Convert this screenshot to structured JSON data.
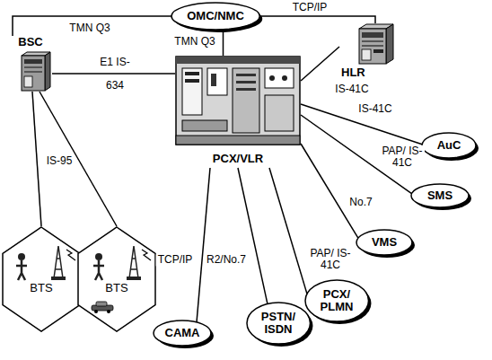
{
  "diagram": {
    "nodes": [
      {
        "text": [
          "OMC/NMC"
        ]
      },
      {
        "text": [
          "HLR"
        ]
      },
      {
        "text": [
          "BSC"
        ]
      },
      {
        "text": [
          "PCX/VLR"
        ]
      },
      {
        "text": [
          "AuC"
        ]
      },
      {
        "text": [
          "SMS"
        ]
      },
      {
        "text": [
          "VMS"
        ]
      },
      {
        "text": [
          "PCX/ PLMN"
        ]
      },
      {
        "text": [
          "PSTN/ ISDN"
        ]
      },
      {
        "text": [
          "CAMA"
        ]
      },
      {
        "text": [
          "BTS"
        ]
      },
      {
        "text": [
          "BTS"
        ]
      }
    ],
    "edges": [
      {
        "from": 0,
        "to": 2,
        "arrow": "none",
        "label": "TMN Q3"
      },
      {
        "from": 0,
        "to": 3,
        "arrow": "none",
        "label": "TMN Q3"
      },
      {
        "from": 0,
        "to": 1,
        "arrow": "none",
        "label": "TCP/IP"
      },
      {
        "from": 2,
        "to": 3,
        "arrow": "none",
        "label": "E1 IS-634"
      },
      {
        "from": 1,
        "to": 3,
        "arrow": "none",
        "label": "IS-41C"
      },
      {
        "from": 3,
        "to": 4,
        "arrow": "none",
        "label": "IS-41C"
      },
      {
        "from": 3,
        "to": 5,
        "arrow": "none",
        "label": "PAP/ IS-41C"
      },
      {
        "from": 3,
        "to": 6,
        "arrow": "none",
        "label": "No.7"
      },
      {
        "from": 3,
        "to": 7,
        "arrow": "none",
        "label": "PAP/ IS-41C"
      },
      {
        "from": 3,
        "to": 8,
        "arrow": "none",
        "label": "R2/No.7"
      },
      {
        "from": 3,
        "to": 9,
        "arrow": "none",
        "label": "TCP/IP"
      },
      {
        "from": 2,
        "to": 10,
        "arrow": "none",
        "label": "IS-95"
      },
      {
        "from": 2,
        "to": 11,
        "arrow": "none"
      }
    ]
  }
}
